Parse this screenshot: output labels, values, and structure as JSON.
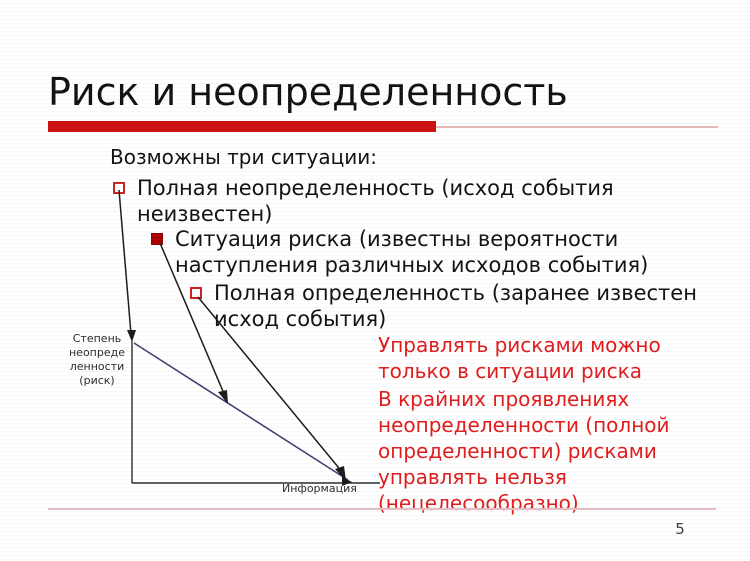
{
  "slide": {
    "title": "Риск и неопределенность",
    "page_number": "5",
    "accent_color": "#cc1111",
    "red_text_color": "#e01b1b",
    "curve_color": "#404070",
    "arrow_color": "#1a1a1a"
  },
  "body": {
    "intro": "Возможны три ситуации:",
    "bullets": [
      {
        "marker": "hollow-red-square",
        "text": "Полная неопределенность (исход события неизвестен)"
      },
      {
        "marker": "filled-red-square",
        "text": "Ситуация риска (известны вероятности наступления различных исходов события)"
      },
      {
        "marker": "hollow-red-square",
        "text": "Полная определенность (заранее известен исход события)"
      }
    ]
  },
  "note": {
    "lines": [
      "Управлять рисками можно только в ситуации риска",
      "В крайних проявлениях неопределенности (полной определенности) рисками управлять нельзя (нецелесообразно)"
    ]
  },
  "chart_data": {
    "type": "line",
    "title": "",
    "xlabel": "Информация",
    "ylabel": "Степень неопреде ленности (риск)",
    "ylabel_lines": [
      "Степень",
      "неопреде",
      "ленности",
      "(риск)"
    ],
    "grid": false,
    "legend": false,
    "xlim": [
      0,
      1
    ],
    "ylim": [
      0,
      1
    ],
    "series": [
      {
        "name": "Степень неопределенности",
        "x": [
          0,
          1
        ],
        "y": [
          1,
          0
        ],
        "color": "#404070"
      }
    ],
    "annotations": [
      {
        "name": "полная-неопределенность",
        "label": "Полная неопределенность",
        "target_x": 0,
        "target_y": 1
      },
      {
        "name": "ситуация-риска",
        "label": "Ситуация риска",
        "target_x": 0.45,
        "target_y": 0.55
      },
      {
        "name": "полная-определенность",
        "label": "Полная определенность",
        "target_x": 1,
        "target_y": 0
      }
    ]
  }
}
